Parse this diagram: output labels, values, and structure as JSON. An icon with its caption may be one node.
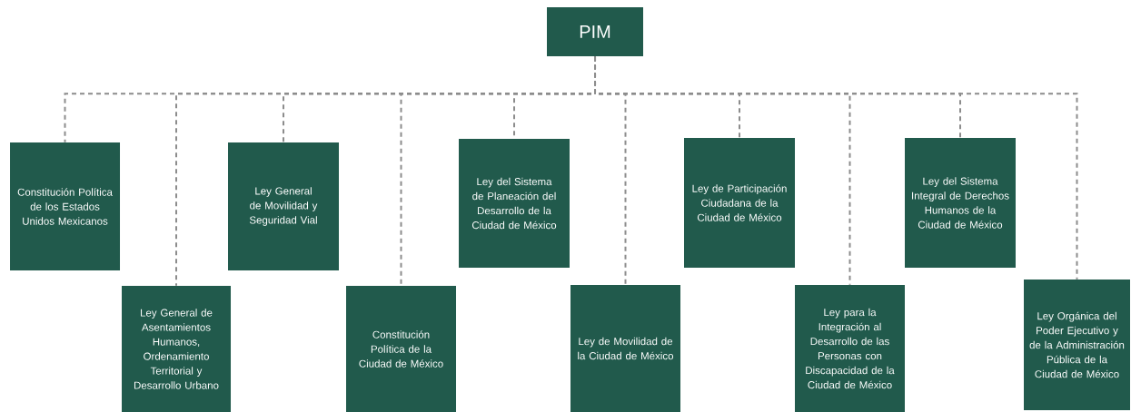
{
  "diagram": {
    "nodes": [
      {
        "text": [
          "PIM"
        ]
      },
      {
        "text": [
          "Constitución Política de los Estados Unidos Mexicanos"
        ]
      },
      {
        "text": [
          "Ley General de Asentamientos Humanos, Ordenamiento Territorial y Desarrollo Urbano"
        ]
      },
      {
        "text": [
          "Ley General de Movilidad y Seguridad Vial"
        ]
      },
      {
        "text": [
          "Constitución Política de la Ciudad de México"
        ]
      },
      {
        "text": [
          "Ley del Sistema de Planeación del Desarrollo de la Ciudad de México"
        ]
      },
      {
        "text": [
          "Ley de Movilidad de la Ciudad de México"
        ]
      },
      {
        "text": [
          "Ley de Participación Ciudadana de la Ciudad de México"
        ]
      },
      {
        "text": [
          "Ley para la Integración al Desarrollo de las Personas con Discapacidad de la Ciudad de México"
        ]
      },
      {
        "text": [
          "Ley del Sistema Integral de Derechos Humanos de la Ciudad de México"
        ]
      },
      {
        "text": [
          "Ley Orgánica del Poder Ejecutivo y de la Administración Pública de la Ciudad de México"
        ]
      }
    ],
    "edges": [
      {
        "from": 0,
        "to": 1,
        "arrow": "none",
        "style": "dashed"
      },
      {
        "from": 0,
        "to": 2,
        "arrow": "none",
        "style": "dashed"
      },
      {
        "from": 0,
        "to": 3,
        "arrow": "none",
        "style": "dashed"
      },
      {
        "from": 0,
        "to": 4,
        "arrow": "none",
        "style": "dashed"
      },
      {
        "from": 0,
        "to": 5,
        "arrow": "none",
        "style": "dashed"
      },
      {
        "from": 0,
        "to": 6,
        "arrow": "none",
        "style": "dashed"
      },
      {
        "from": 0,
        "to": 7,
        "arrow": "none",
        "style": "dashed"
      },
      {
        "from": 0,
        "to": 8,
        "arrow": "none",
        "style": "dashed"
      },
      {
        "from": 0,
        "to": 9,
        "arrow": "none",
        "style": "dashed"
      },
      {
        "from": 0,
        "to": 10,
        "arrow": "none",
        "style": "dashed"
      }
    ]
  }
}
